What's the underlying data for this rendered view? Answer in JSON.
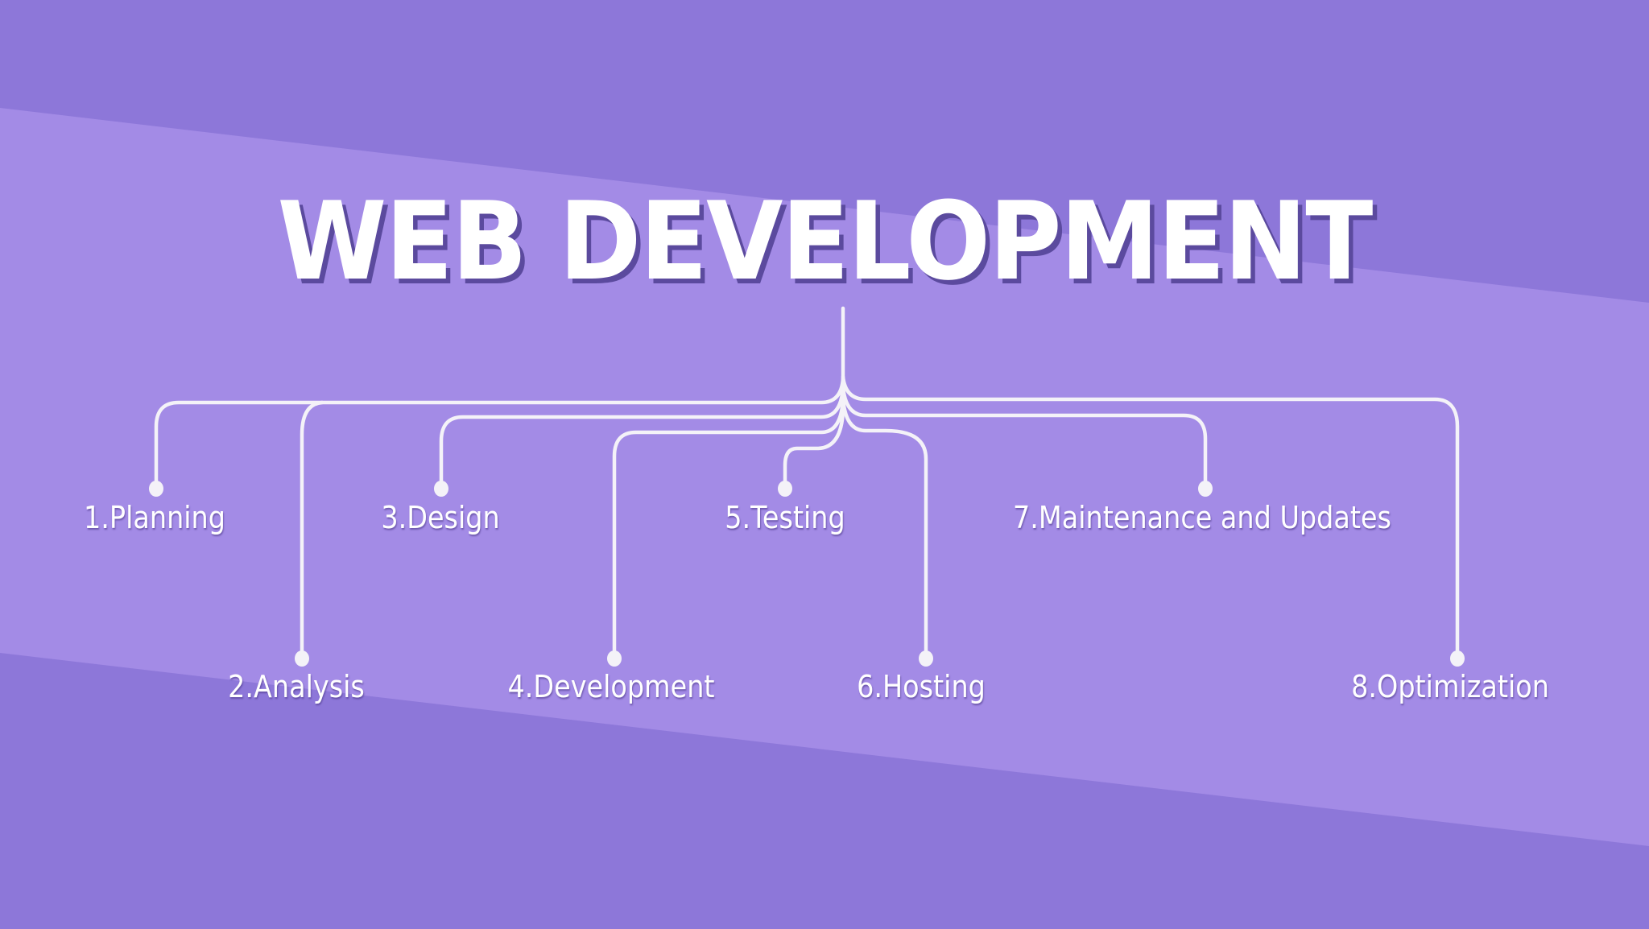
{
  "title": "WEB DEVELOPMENT",
  "colors": {
    "background_dark": "#8d77d9",
    "band_light": "#a38be6",
    "line": "#f4f2f8",
    "title_text": "#ffffff",
    "title_shadow": "#5b4a9e"
  },
  "steps": [
    {
      "number": 1,
      "label": "1.Planning",
      "row": "top"
    },
    {
      "number": 2,
      "label": "2.Analysis",
      "row": "bottom"
    },
    {
      "number": 3,
      "label": "3.Design",
      "row": "top"
    },
    {
      "number": 4,
      "label": "4.Development",
      "row": "bottom"
    },
    {
      "number": 5,
      "label": "5.Testing",
      "row": "top"
    },
    {
      "number": 6,
      "label": "6.Hosting",
      "row": "bottom"
    },
    {
      "number": 7,
      "label": "7.Maintenance and Updates",
      "row": "top"
    },
    {
      "number": 8,
      "label": "8.Optimization",
      "row": "bottom"
    }
  ]
}
